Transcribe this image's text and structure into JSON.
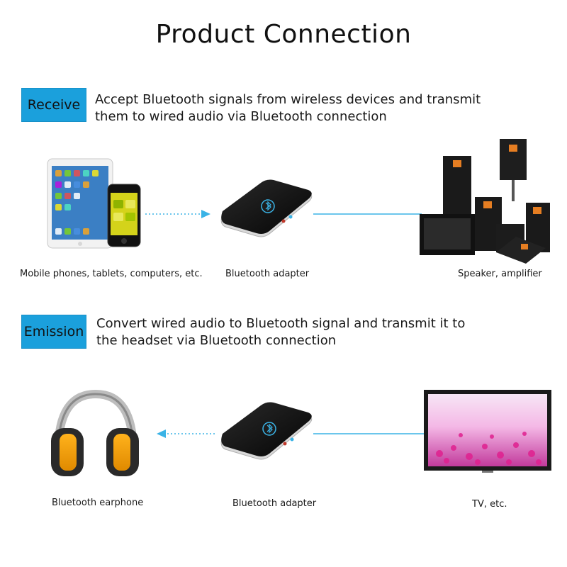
{
  "title": "Product Connection",
  "receive": {
    "tag": "Receive",
    "description_line1": "Accept Bluetooth signals from wireless devices and transmit",
    "description_line2": "them to wired audio via Bluetooth connection",
    "source_caption": "Mobile phones, tablets, computers, etc.",
    "adapter_caption": "Bluetooth adapter",
    "target_caption": "Speaker, amplifier"
  },
  "emission": {
    "tag": "Emission",
    "description_line1": "Convert wired audio to Bluetooth signal and transmit it to",
    "description_line2": "the headset via Bluetooth connection",
    "target_caption": "Bluetooth earphone",
    "adapter_caption": "Bluetooth adapter",
    "source_caption": "TV, etc."
  },
  "colors": {
    "tag_background": "#1ba0dc",
    "connector_line": "#3ab3e6",
    "adapter_body": "#0d0d0d"
  },
  "icons": [
    "tablet-icon",
    "phone-icon",
    "bluetooth-adapter-icon",
    "speaker-stack-icon",
    "headphones-icon",
    "tv-icon",
    "arrow-right-icon",
    "arrow-left-icon"
  ]
}
